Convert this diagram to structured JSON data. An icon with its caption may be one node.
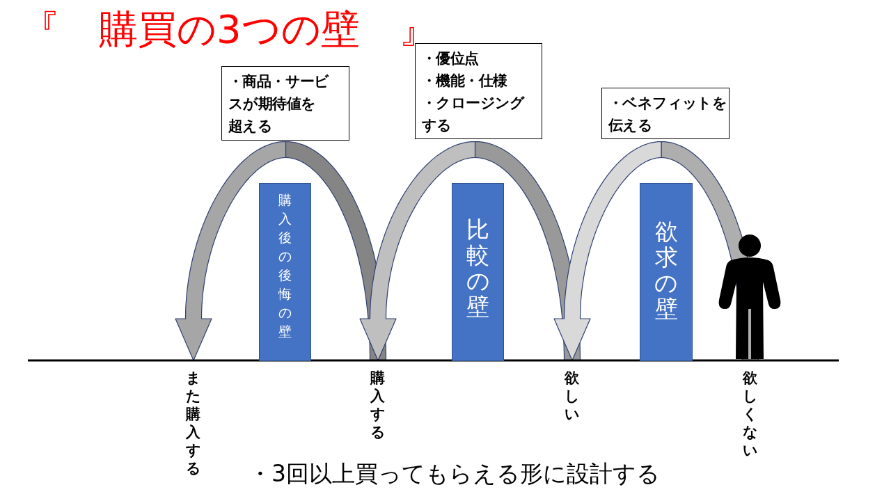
{
  "diagram": {
    "title": "『　購買の3つの壁　』",
    "nodes": [
      {
        "text": [
          "・商品・サービスが期待値を超える"
        ]
      },
      {
        "text": [
          "・優位点",
          "・機能・仕様",
          "・クロージングする"
        ]
      },
      {
        "text": [
          "・ベネフィットを伝える"
        ]
      },
      {
        "text": [
          "購入後の後悔の壁"
        ]
      },
      {
        "text": [
          "比較の壁"
        ]
      },
      {
        "text": [
          "欲求の壁"
        ]
      },
      {
        "text": [
          "また購入する"
        ]
      },
      {
        "text": [
          "購入する"
        ]
      },
      {
        "text": [
          "欲しい"
        ]
      },
      {
        "text": [
          "欲しくない"
        ]
      }
    ],
    "edges": [
      {
        "from": 7,
        "to": 6,
        "arrow": "to",
        "color": "#a6a6a6"
      },
      {
        "from": 8,
        "to": 7,
        "arrow": "to",
        "color": "#bfbfbf"
      },
      {
        "from": 9,
        "to": 8,
        "arrow": "to",
        "color": "#d9d9d9"
      }
    ],
    "labels": [
      "・3回以上買ってもらえる形に設計する"
    ]
  }
}
